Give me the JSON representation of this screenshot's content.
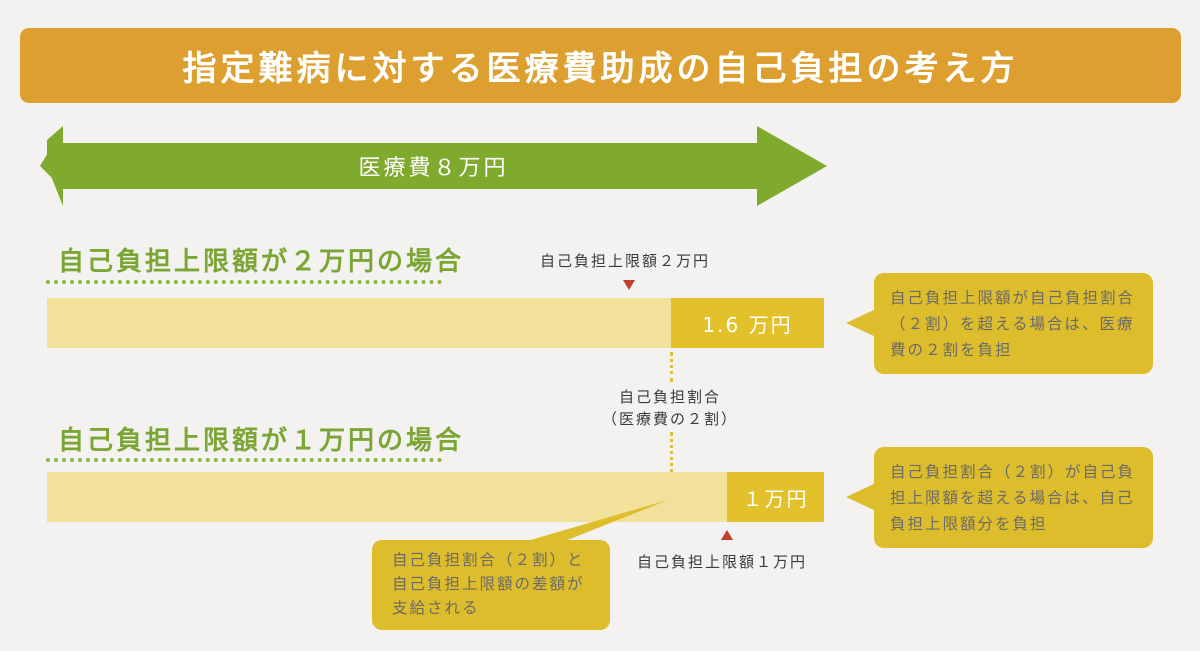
{
  "title": "指定難病に対する医療費助成の自己負担の考え方",
  "total_arrow": {
    "label": "医療費８万円",
    "color": "#7faa2d"
  },
  "colors": {
    "title_bg": "#dd9f30",
    "bar_background": "#f2e19a",
    "bar_fill": "#e3c12a",
    "section_title": "#7ba634",
    "marker": "#c0402b",
    "bubble": "#ddbd2c"
  },
  "case1": {
    "heading": "自己負担上限額が２万円の場合",
    "cap_label": "自己負担上限額２万円",
    "payment_label": "1.6 万円",
    "note_lines": [
      "自己負担上限額が自己負担割合",
      "（２割）を超える場合は、医療",
      "費の２割を負担"
    ]
  },
  "ratio_label": {
    "line1": "自己負担割合",
    "line2": "（医療費の２割）"
  },
  "case2": {
    "heading": "自己負担上限額が１万円の場合",
    "cap_label": "自己負担上限額１万円",
    "payment_label": "１万円",
    "note_lines": [
      "自己負担割合（２割）が自己負",
      "担上限額を超える場合は、自己",
      "負担上限額分を負担"
    ]
  },
  "subsidy_note": {
    "lines": [
      "自己負担割合（２割）と",
      "自己負担上限額の差額が",
      "支給される"
    ]
  }
}
